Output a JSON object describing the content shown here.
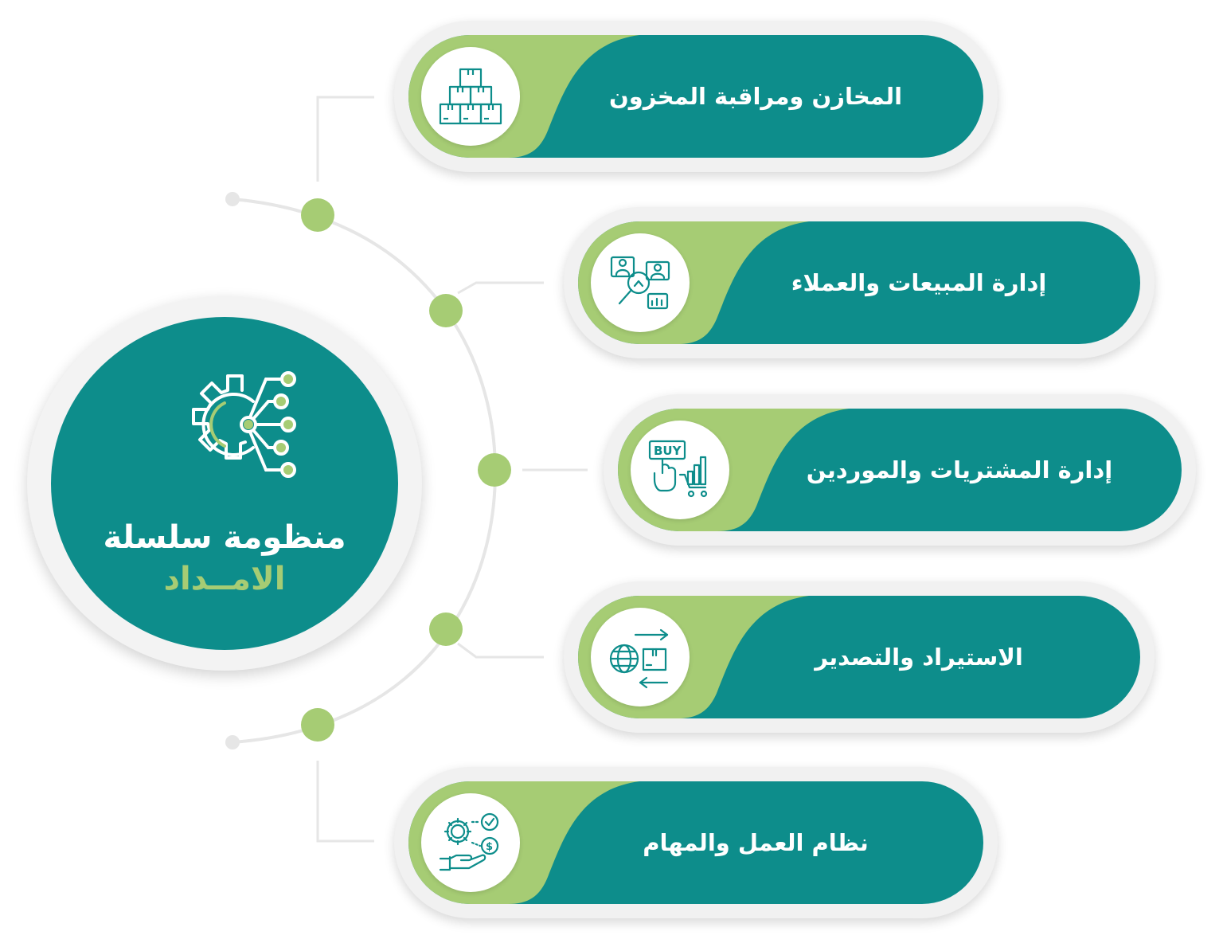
{
  "colors": {
    "teal": "#0d8d8b",
    "green": "#a6cc74",
    "light_gray": "#e6e6e6",
    "white": "#ffffff"
  },
  "hub": {
    "title": "منظومة سلسلة",
    "subtitle": "الامــداد",
    "icon": "gear-network-icon"
  },
  "items": [
    {
      "label": "المخازن ومراقبة المخزون",
      "icon": "warehouse-boxes-icon"
    },
    {
      "label": "إدارة المبيعات والعملاء",
      "icon": "customer-analysis-icon"
    },
    {
      "label": "إدارة المشتريات والموردين",
      "icon": "buy-cart-icon"
    },
    {
      "label": "الاستيراد والتصدير",
      "icon": "globe-exchange-icon"
    },
    {
      "label": "نظام العمل والمهام",
      "icon": "gear-money-hand-icon"
    }
  ]
}
